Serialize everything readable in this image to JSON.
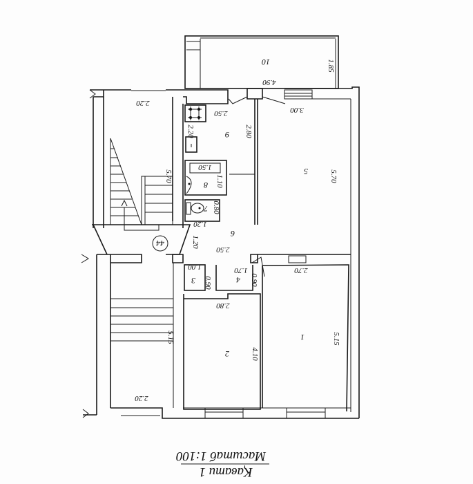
{
  "plan": {
    "title": "Қавати 1",
    "scale": "Масштаб 1:100",
    "stair_mark": "44",
    "rooms": {
      "r1": "1",
      "r2": "2",
      "r3": "3",
      "r4": "4",
      "r5": "5",
      "r6": "6",
      "r7": "7",
      "r8": "8",
      "r9": "9",
      "r10": "10"
    },
    "dims": {
      "balcony_len": "4.90",
      "balcony_w": "1.85",
      "stair_top_w": "2.20",
      "stair_top_len": "5.70",
      "stair_bot_w": "2.20",
      "stair_bot_len": "5.15",
      "kitchen_w": "2.50",
      "kitchen_d": "2.20",
      "kitchen_len": "2.80",
      "r5_w": "3.00",
      "r5_len": "5.70",
      "bath_w": "1.50",
      "bath_d": "1.10",
      "wc_d": "0.80",
      "hall_a": "1.20",
      "hall_b": "1.20",
      "hall_w": "2.50",
      "r3_w": "1.00",
      "r3_d": "0.90",
      "r4_w": "1.70",
      "r4_d": "0.90",
      "r1_w": "2.70",
      "r1_len": "5.15",
      "r2_w": "2.80",
      "r2_len": "4.10"
    }
  }
}
